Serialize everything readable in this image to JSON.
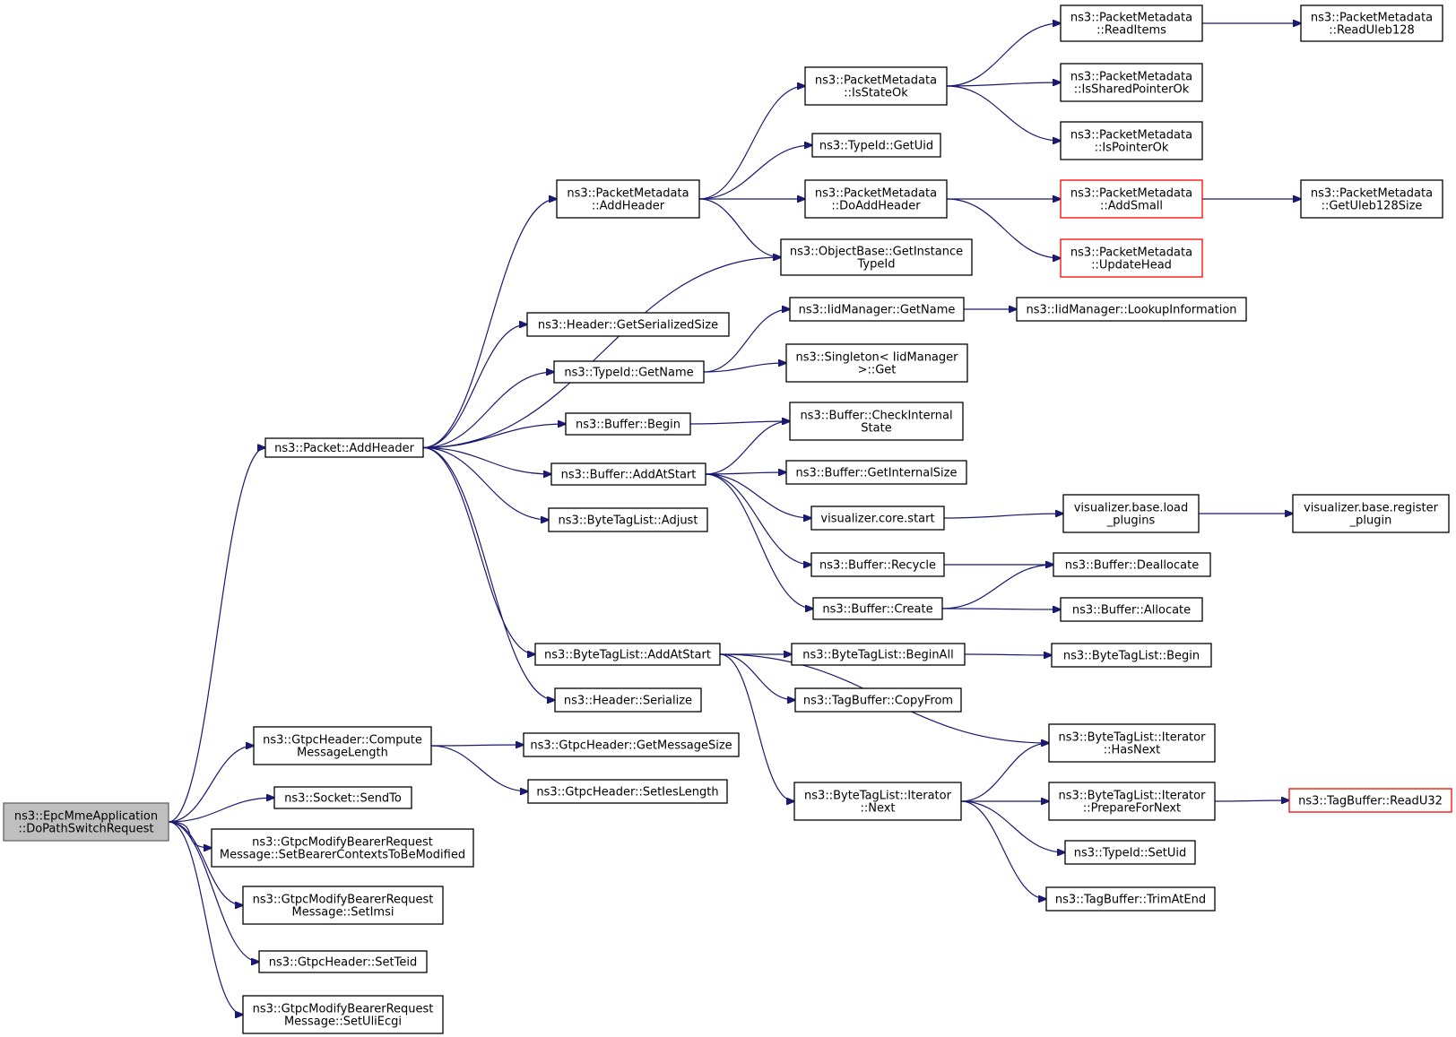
{
  "diagram": {
    "type": "call-graph",
    "colors": {
      "edge": "#191970",
      "root_fill": "#bfbfbf",
      "highlight_border": "#ff0000"
    },
    "nodes": [
      {
        "id": "root",
        "lines": [
          "ns3::EpcMmeApplication",
          "::DoPathSwitchRequest"
        ],
        "style": "root"
      },
      {
        "id": "packet_addheader",
        "lines": [
          "ns3::Packet::AddHeader"
        ]
      },
      {
        "id": "gtpc_compute",
        "lines": [
          "ns3::GtpcHeader::Compute",
          "MessageLength"
        ]
      },
      {
        "id": "socket_sendto",
        "lines": [
          "ns3::Socket::SendTo"
        ]
      },
      {
        "id": "gtpc_setbearer",
        "lines": [
          "ns3::GtpcModifyBearerRequest",
          "Message::SetBearerContextsToBeModified"
        ]
      },
      {
        "id": "gtpc_setimsi",
        "lines": [
          "ns3::GtpcModifyBearerRequest",
          "Message::SetImsi"
        ]
      },
      {
        "id": "gtpc_setteid",
        "lines": [
          "ns3::GtpcHeader::SetTeid"
        ]
      },
      {
        "id": "gtpc_setuliecgi",
        "lines": [
          "ns3::GtpcModifyBearerRequest",
          "Message::SetUliEcgi"
        ]
      },
      {
        "id": "pm_addheader",
        "lines": [
          "ns3::PacketMetadata",
          "::AddHeader"
        ]
      },
      {
        "id": "header_getsersize",
        "lines": [
          "ns3::Header::GetSerializedSize"
        ]
      },
      {
        "id": "typeid_getname",
        "lines": [
          "ns3::TypeId::GetName"
        ]
      },
      {
        "id": "buffer_begin",
        "lines": [
          "ns3::Buffer::Begin"
        ]
      },
      {
        "id": "buffer_addatstart",
        "lines": [
          "ns3::Buffer::AddAtStart"
        ]
      },
      {
        "id": "btl_adjust",
        "lines": [
          "ns3::ByteTagList::Adjust"
        ]
      },
      {
        "id": "btl_addatstart",
        "lines": [
          "ns3::ByteTagList::AddAtStart"
        ]
      },
      {
        "id": "header_serialize",
        "lines": [
          "ns3::Header::Serialize"
        ]
      },
      {
        "id": "gtpc_getmsgsize",
        "lines": [
          "ns3::GtpcHeader::GetMessageSize"
        ]
      },
      {
        "id": "gtpc_setieslength",
        "lines": [
          "ns3::GtpcHeader::SetIesLength"
        ]
      },
      {
        "id": "pm_isstateok",
        "lines": [
          "ns3::PacketMetadata",
          "::IsStateOk"
        ]
      },
      {
        "id": "typeid_getuid",
        "lines": [
          "ns3::TypeId::GetUid"
        ]
      },
      {
        "id": "pm_doaddheader",
        "lines": [
          "ns3::PacketMetadata",
          "::DoAddHeader"
        ]
      },
      {
        "id": "objbase_getinst",
        "lines": [
          "ns3::ObjectBase::GetInstance",
          "TypeId"
        ]
      },
      {
        "id": "iidmgr_getname",
        "lines": [
          "ns3::IidManager::GetName"
        ]
      },
      {
        "id": "singleton_get",
        "lines": [
          "ns3::Singleton< IidManager",
          ">::Get"
        ]
      },
      {
        "id": "buffer_checkinternal",
        "lines": [
          "ns3::Buffer::CheckInternal",
          "State"
        ]
      },
      {
        "id": "buffer_getinternalsize",
        "lines": [
          "ns3::Buffer::GetInternalSize"
        ]
      },
      {
        "id": "viz_core_start",
        "lines": [
          "visualizer.core.start"
        ]
      },
      {
        "id": "buffer_recycle",
        "lines": [
          "ns3::Buffer::Recycle"
        ]
      },
      {
        "id": "buffer_create",
        "lines": [
          "ns3::Buffer::Create"
        ]
      },
      {
        "id": "btl_beginall",
        "lines": [
          "ns3::ByteTagList::BeginAll"
        ]
      },
      {
        "id": "tagbuf_copyfrom",
        "lines": [
          "ns3::TagBuffer::CopyFrom"
        ]
      },
      {
        "id": "btl_iter_next",
        "lines": [
          "ns3::ByteTagList::Iterator",
          "::Next"
        ]
      },
      {
        "id": "pm_readitems",
        "lines": [
          "ns3::PacketMetadata",
          "::ReadItems"
        ]
      },
      {
        "id": "pm_issharedptrok",
        "lines": [
          "ns3::PacketMetadata",
          "::IsSharedPointerOk"
        ]
      },
      {
        "id": "pm_isptrok",
        "lines": [
          "ns3::PacketMetadata",
          "::IsPointerOk"
        ]
      },
      {
        "id": "pm_addsmall",
        "lines": [
          "ns3::PacketMetadata",
          "::AddSmall"
        ],
        "style": "red"
      },
      {
        "id": "pm_updatehead",
        "lines": [
          "ns3::PacketMetadata",
          "::UpdateHead"
        ],
        "style": "red"
      },
      {
        "id": "iidmgr_lookup",
        "lines": [
          "ns3::IidManager::LookupInformation"
        ]
      },
      {
        "id": "viz_base_load",
        "lines": [
          "visualizer.base.load",
          "_plugins"
        ]
      },
      {
        "id": "buffer_deallocate",
        "lines": [
          "ns3::Buffer::Deallocate"
        ]
      },
      {
        "id": "buffer_allocate",
        "lines": [
          "ns3::Buffer::Allocate"
        ]
      },
      {
        "id": "btl_begin",
        "lines": [
          "ns3::ByteTagList::Begin"
        ]
      },
      {
        "id": "btl_iter_hasnext",
        "lines": [
          "ns3::ByteTagList::Iterator",
          "::HasNext"
        ]
      },
      {
        "id": "btl_iter_prepare",
        "lines": [
          "ns3::ByteTagList::Iterator",
          "::PrepareForNext"
        ]
      },
      {
        "id": "typeid_setuid",
        "lines": [
          "ns3::TypeId::SetUid"
        ]
      },
      {
        "id": "tagbuf_trimatend",
        "lines": [
          "ns3::TagBuffer::TrimAtEnd"
        ]
      },
      {
        "id": "pm_readuleb128",
        "lines": [
          "ns3::PacketMetadata",
          "::ReadUleb128"
        ]
      },
      {
        "id": "pm_getuleb128size",
        "lines": [
          "ns3::PacketMetadata",
          "::GetUleb128Size"
        ]
      },
      {
        "id": "viz_base_register",
        "lines": [
          "visualizer.base.register",
          "_plugin"
        ]
      },
      {
        "id": "tagbuf_readu32",
        "lines": [
          "ns3::TagBuffer::ReadU32"
        ],
        "style": "red"
      }
    ],
    "edges": [
      [
        "root",
        "packet_addheader"
      ],
      [
        "root",
        "gtpc_compute"
      ],
      [
        "root",
        "socket_sendto"
      ],
      [
        "root",
        "gtpc_setbearer"
      ],
      [
        "root",
        "gtpc_setimsi"
      ],
      [
        "root",
        "gtpc_setteid"
      ],
      [
        "root",
        "gtpc_setuliecgi"
      ],
      [
        "packet_addheader",
        "pm_addheader"
      ],
      [
        "packet_addheader",
        "objbase_getinst"
      ],
      [
        "packet_addheader",
        "header_getsersize"
      ],
      [
        "packet_addheader",
        "typeid_getname"
      ],
      [
        "packet_addheader",
        "buffer_begin"
      ],
      [
        "packet_addheader",
        "buffer_addatstart"
      ],
      [
        "packet_addheader",
        "btl_adjust"
      ],
      [
        "packet_addheader",
        "btl_addatstart"
      ],
      [
        "packet_addheader",
        "header_serialize"
      ],
      [
        "gtpc_compute",
        "gtpc_getmsgsize"
      ],
      [
        "gtpc_compute",
        "gtpc_setieslength"
      ],
      [
        "pm_addheader",
        "pm_isstateok"
      ],
      [
        "pm_addheader",
        "typeid_getuid"
      ],
      [
        "pm_addheader",
        "pm_doaddheader"
      ],
      [
        "pm_addheader",
        "objbase_getinst"
      ],
      [
        "typeid_getname",
        "iidmgr_getname"
      ],
      [
        "typeid_getname",
        "singleton_get"
      ],
      [
        "buffer_begin",
        "buffer_checkinternal"
      ],
      [
        "buffer_addatstart",
        "buffer_checkinternal"
      ],
      [
        "buffer_addatstart",
        "buffer_getinternalsize"
      ],
      [
        "buffer_addatstart",
        "viz_core_start"
      ],
      [
        "buffer_addatstart",
        "buffer_recycle"
      ],
      [
        "buffer_addatstart",
        "buffer_create"
      ],
      [
        "btl_addatstart",
        "btl_beginall"
      ],
      [
        "btl_addatstart",
        "tagbuf_copyfrom"
      ],
      [
        "btl_addatstart",
        "btl_iter_hasnext"
      ],
      [
        "btl_addatstart",
        "btl_iter_next"
      ],
      [
        "pm_isstateok",
        "pm_readitems"
      ],
      [
        "pm_isstateok",
        "pm_issharedptrok"
      ],
      [
        "pm_isstateok",
        "pm_isptrok"
      ],
      [
        "pm_doaddheader",
        "pm_addsmall"
      ],
      [
        "pm_doaddheader",
        "pm_updatehead"
      ],
      [
        "iidmgr_getname",
        "iidmgr_lookup"
      ],
      [
        "viz_core_start",
        "viz_base_load"
      ],
      [
        "buffer_recycle",
        "buffer_deallocate"
      ],
      [
        "buffer_create",
        "buffer_deallocate"
      ],
      [
        "buffer_create",
        "buffer_allocate"
      ],
      [
        "btl_beginall",
        "btl_begin"
      ],
      [
        "btl_iter_next",
        "btl_iter_hasnext"
      ],
      [
        "btl_iter_next",
        "btl_iter_prepare"
      ],
      [
        "btl_iter_next",
        "typeid_setuid"
      ],
      [
        "btl_iter_next",
        "tagbuf_trimatend"
      ],
      [
        "pm_readitems",
        "pm_readuleb128"
      ],
      [
        "pm_addsmall",
        "pm_getuleb128size"
      ],
      [
        "viz_base_load",
        "viz_base_register"
      ],
      [
        "btl_iter_prepare",
        "tagbuf_readu32"
      ]
    ]
  }
}
